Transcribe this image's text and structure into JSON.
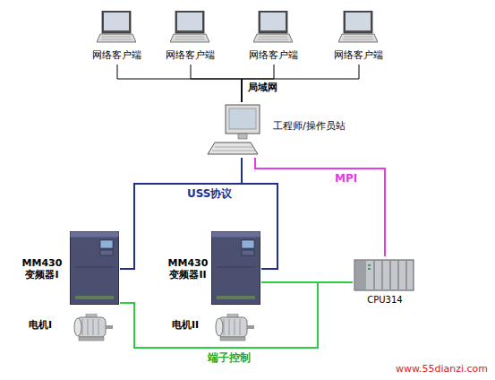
{
  "diagram": {
    "nodes": [
      {
        "text": [
          "网络客户端"
        ]
      },
      {
        "text": [
          "网络客户端"
        ]
      },
      {
        "text": [
          "网络客户端"
        ]
      },
      {
        "text": [
          "网络客户端"
        ]
      },
      {
        "text": [
          "工程师/操作员站"
        ]
      },
      {
        "text": [
          "MM430 变频器I"
        ]
      },
      {
        "text": [
          "MM430 变频器II"
        ]
      },
      {
        "text": [
          "电机I"
        ]
      },
      {
        "text": [
          "电机II"
        ]
      },
      {
        "text": [
          "CPU314"
        ]
      }
    ],
    "edges": [
      {
        "from": 0,
        "to": 4,
        "arrow": "none"
      },
      {
        "from": 1,
        "to": 4,
        "arrow": "none"
      },
      {
        "from": 2,
        "to": 4,
        "arrow": "none"
      },
      {
        "from": 3,
        "to": 4,
        "arrow": "none"
      },
      {
        "from": 4,
        "to": 5,
        "label": "USS协议",
        "arrow": "none"
      },
      {
        "from": 4,
        "to": 6,
        "arrow": "none"
      },
      {
        "from": 4,
        "to": 9,
        "label": "MPI",
        "arrow": "none"
      },
      {
        "from": 9,
        "to": 6,
        "arrow": "none"
      },
      {
        "from": 9,
        "to": 5,
        "label": "端子控制",
        "arrow": "none"
      }
    ],
    "labels": [
      "局域网",
      "www.55dianzi.com"
    ]
  }
}
